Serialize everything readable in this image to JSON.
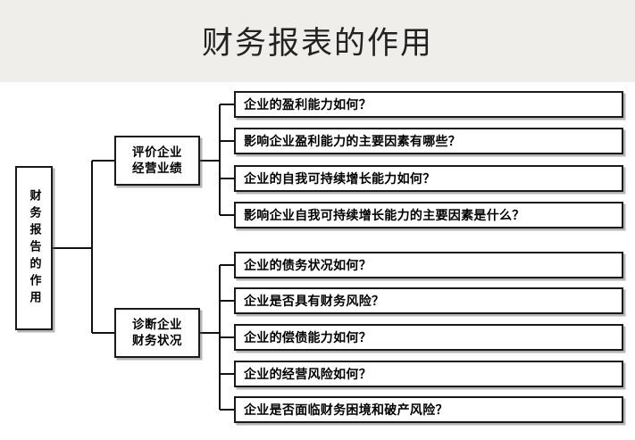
{
  "header": {
    "title": "财务报表的作用",
    "band_color": "#efeeea"
  },
  "diagram": {
    "root": {
      "label": "财务报告的作用",
      "orientation": "vertical"
    },
    "branches": [
      {
        "label_line1": "评价企业",
        "label_line2": "经营业绩",
        "leaves": [
          "企业的盈利能力如何？",
          "影响企业盈利能力的主要因素有哪些？",
          "企业的自我可持续增长能力如何？",
          "影响企业自我可持续增长能力的主要因素是什么？"
        ]
      },
      {
        "label_line1": "诊断企业",
        "label_line2": "财务状况",
        "leaves": [
          "企业的债务状况如何？",
          "企业是否具有财务风险？",
          "企业的偿债能力如何？",
          "企业的经营风险如何？",
          "企业是否面临财务困境和破产风险？"
        ]
      }
    ],
    "line_color": "#111111",
    "box_border_color": "#1a1a1a",
    "box_fill_color": "#ffffff",
    "text_color": "#000000"
  }
}
